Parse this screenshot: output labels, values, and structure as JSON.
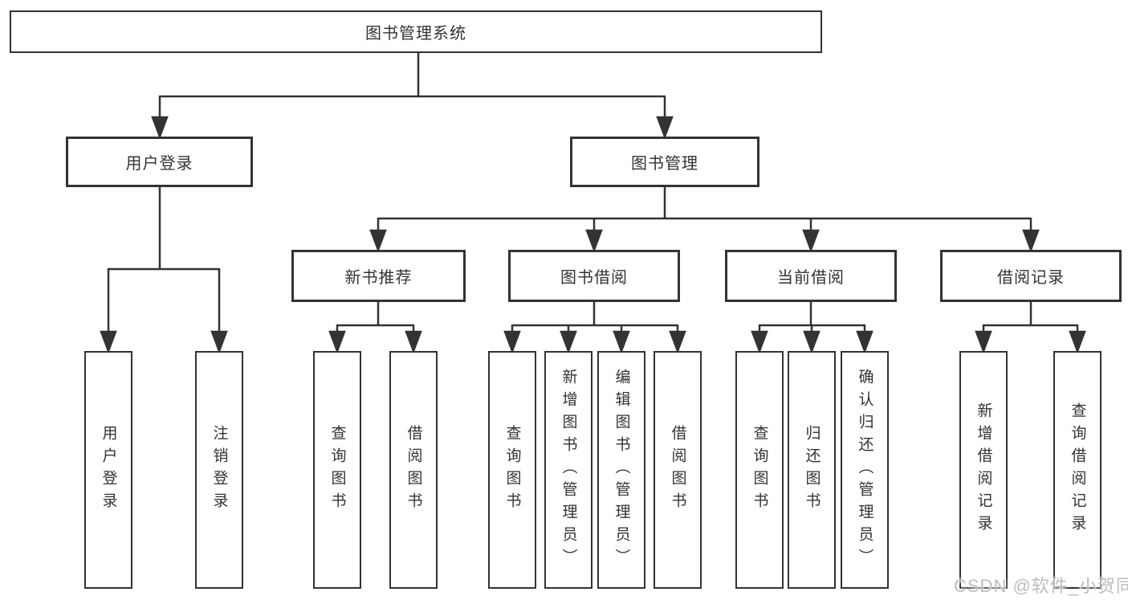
{
  "tree": {
    "label": "图书管理系统",
    "children": [
      {
        "label": "用户登录",
        "children": [
          {
            "label": "用户登录"
          },
          {
            "label": "注销登录"
          }
        ]
      },
      {
        "label": "图书管理",
        "children": [
          {
            "label": "新书推荐",
            "children": [
              {
                "label": "查询图书"
              },
              {
                "label": "借阅图书"
              }
            ]
          },
          {
            "label": "图书借阅",
            "children": [
              {
                "label": "查询图书"
              },
              {
                "label": "新增图书（管理员）"
              },
              {
                "label": "编辑图书（管理员）"
              },
              {
                "label": "借阅图书"
              }
            ]
          },
          {
            "label": "当前借阅",
            "children": [
              {
                "label": "查询图书"
              },
              {
                "label": "归还图书"
              },
              {
                "label": "确认归还（管理员）"
              }
            ]
          },
          {
            "label": "借阅记录",
            "children": [
              {
                "label": "新增借阅记录"
              },
              {
                "label": "查询借阅记录"
              }
            ]
          }
        ]
      }
    ]
  },
  "watermark": {
    "text": "CSDN @软件_小贺同学"
  },
  "colors": {
    "line": "#333333",
    "text": "#333333",
    "background": "#ffffff",
    "watermark": "#bdbdbd"
  }
}
